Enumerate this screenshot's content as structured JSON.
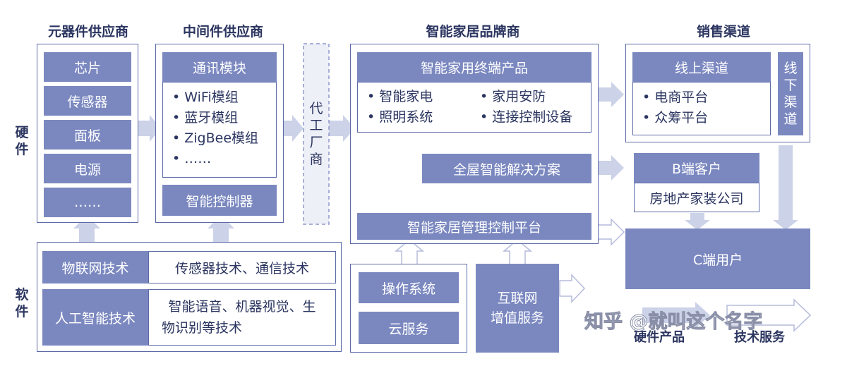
{
  "headers": {
    "components": "元器件供应商",
    "middleware": "中间件供应商",
    "brand": "智能家居品牌商",
    "channel": "销售渠道"
  },
  "side_labels": {
    "hardware": [
      "硬",
      "件"
    ],
    "software": [
      "软",
      "件"
    ]
  },
  "components": [
    "芯片",
    "传感器",
    "面板",
    "电源",
    "……"
  ],
  "middleware": {
    "comm_module_title": "通讯模块",
    "comm_module_items": [
      "WiFi模组",
      "蓝牙模组",
      "ZigBee模组",
      "……"
    ],
    "controller": "智能控制器"
  },
  "oem": [
    "代",
    "工",
    "厂",
    "商"
  ],
  "brand": {
    "terminal_title": "智能家用终端产品",
    "terminal_items_left": [
      "智能家电",
      "照明系统"
    ],
    "terminal_items_right": [
      "家用安防",
      "连接控制设备"
    ],
    "whole_house": "全屋智能解决方案",
    "platform": "智能家居管理控制平台"
  },
  "software": {
    "iot_label": "物联网技术",
    "iot_desc": "传感器技术、通信技术",
    "ai_label": "人工智能技术",
    "ai_desc_lines": [
      "智能语音、机器视觉、生",
      "物识别等技术"
    ],
    "os": "操作系统",
    "cloud": "云服务",
    "internet_lines": [
      "互联网",
      "增值服务"
    ]
  },
  "channel": {
    "online_title": "线上渠道",
    "online_items": [
      "电商平台",
      "众筹平台"
    ],
    "offline": [
      "线",
      "下",
      "渠",
      "道"
    ],
    "b_client": "B端客户",
    "b_client_desc": "房地产家装公司",
    "c_user": "C端用户"
  },
  "legend": {
    "hardware_products": "硬件产品",
    "tech_services": "技术服务"
  },
  "watermark": "知乎 @就叫这个名字",
  "colors": {
    "fill": "#7b88c0",
    "border": "#5d6aa8",
    "arrow": "#c9cfe6",
    "text": "#2b3560"
  }
}
